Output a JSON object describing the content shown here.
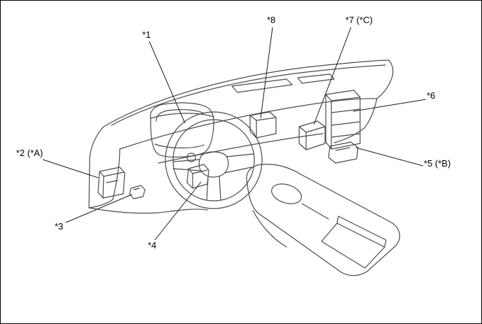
{
  "diagram": {
    "callouts": [
      {
        "id": "1",
        "text": "*1"
      },
      {
        "id": "2",
        "text": "*2 (*A)"
      },
      {
        "id": "3",
        "text": "*3"
      },
      {
        "id": "4",
        "text": "*4"
      },
      {
        "id": "5",
        "text": "*5 (*B)"
      },
      {
        "id": "6",
        "text": "*6"
      },
      {
        "id": "7",
        "text": "*7 (*C)"
      },
      {
        "id": "8",
        "text": "*8"
      }
    ],
    "colors": {
      "artwork_line": "#4a4a4a",
      "leader_line": "#1a1a1a",
      "text": "#000000"
    }
  }
}
